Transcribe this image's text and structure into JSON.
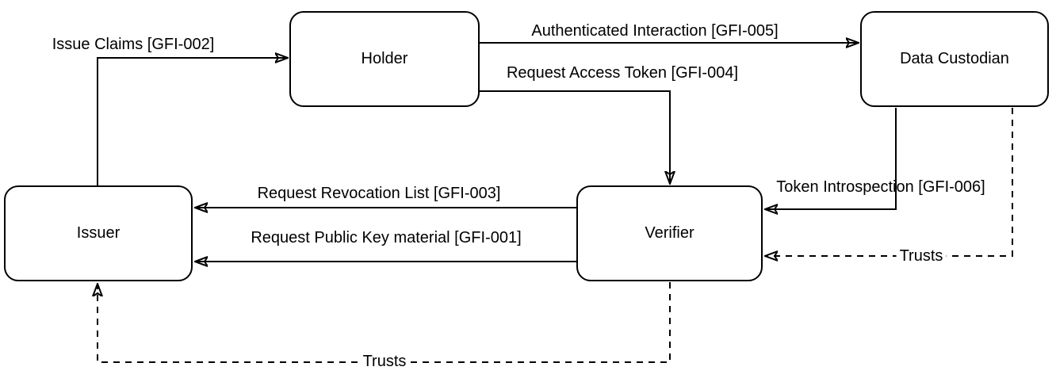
{
  "diagram": {
    "background_color": "#ffffff",
    "stroke_color": "#000000",
    "nodes": [
      {
        "id": "holder",
        "label": "Holder"
      },
      {
        "id": "data_custodian",
        "label": "Data Custodian"
      },
      {
        "id": "issuer",
        "label": "Issuer"
      },
      {
        "id": "verifier",
        "label": "Verifier"
      }
    ],
    "edges": [
      {
        "id": "gfi_002",
        "label": "Issue Claims [GFI-002]",
        "from": "Issuer",
        "to": "Holder",
        "line": "solid"
      },
      {
        "id": "gfi_005",
        "label": "Authenticated Interaction [GFI-005]",
        "from": "Holder",
        "to": "Data Custodian",
        "line": "solid"
      },
      {
        "id": "gfi_004",
        "label": "Request Access Token [GFI-004]",
        "from": "Holder",
        "to": "Verifier",
        "line": "solid"
      },
      {
        "id": "gfi_003",
        "label": "Request Revocation List [GFI-003]",
        "from": "Verifier",
        "to": "Issuer",
        "line": "solid"
      },
      {
        "id": "gfi_001",
        "label": "Request Public Key material [GFI-001]",
        "from": "Verifier",
        "to": "Issuer",
        "line": "solid"
      },
      {
        "id": "gfi_006",
        "label": "Token Introspection [GFI-006]",
        "from": "Data Custodian",
        "to": "Verifier",
        "line": "solid"
      },
      {
        "id": "trusts_dc_verifier",
        "label": "Trusts",
        "from": "Data Custodian",
        "to": "Verifier",
        "line": "dashed"
      },
      {
        "id": "trusts_verifier_issuer",
        "label": "Trusts",
        "from": "Verifier",
        "to": "Issuer",
        "line": "dashed"
      }
    ]
  }
}
